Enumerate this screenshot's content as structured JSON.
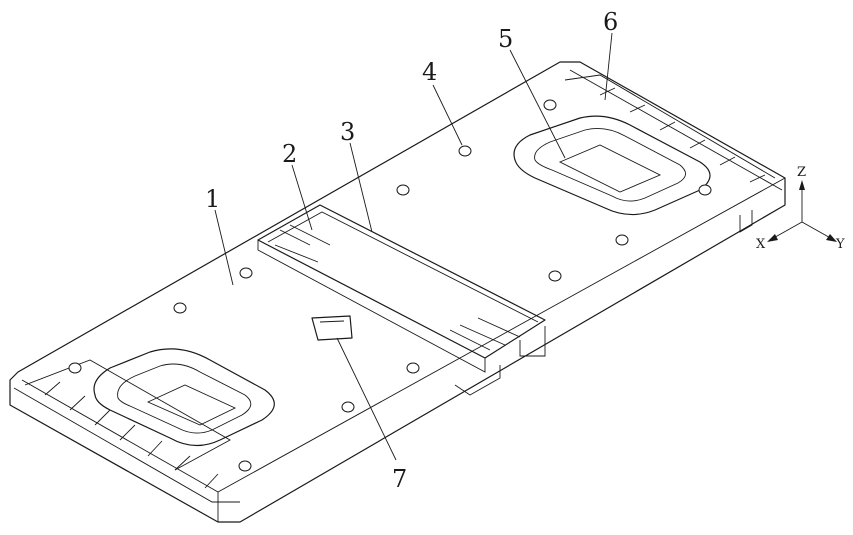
{
  "figure": {
    "labels": {
      "l1": "1",
      "l2": "2",
      "l3": "3",
      "l4": "4",
      "l5": "5",
      "l6": "6",
      "l7": "7"
    },
    "axes": {
      "z": "Z",
      "x": "X",
      "y": "Y"
    }
  }
}
